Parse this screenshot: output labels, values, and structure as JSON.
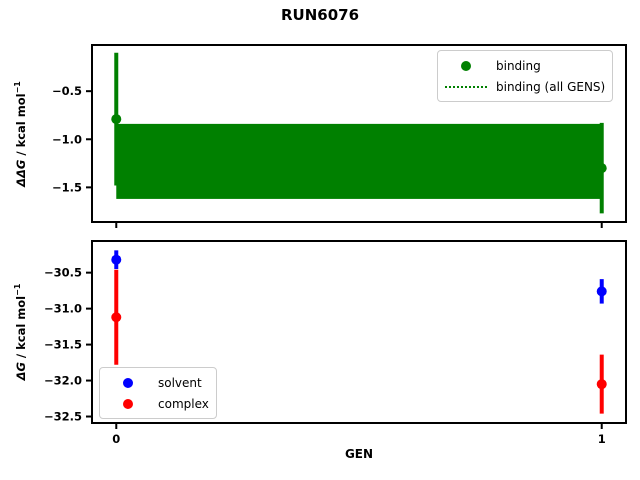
{
  "title": "RUN6076",
  "xlabel": "GEN",
  "colors": {
    "binding": "#008000",
    "solvent": "#0000ff",
    "complex": "#ff0000",
    "axis": "#000000",
    "legend_border": "#cccccc"
  },
  "chart_data": [
    {
      "type": "scatter",
      "name": "ddg-vs-gen",
      "ylabel": {
        "math": "ΔΔG",
        "rest": " / kcal mol",
        "sup": "−1"
      },
      "xlim": [
        -0.05,
        1.05
      ],
      "ylim": [
        -1.86,
        -0.02
      ],
      "xticks": [
        0,
        1
      ],
      "xtick_labels": null,
      "yticks": [
        -0.5,
        -1.0,
        -1.5
      ],
      "ytick_labels": [
        "−0.5",
        "−1.0",
        "−1.5"
      ],
      "grid": false,
      "series": [
        {
          "name": "binding",
          "color": "#008000",
          "x": [
            0,
            1
          ],
          "y": [
            -0.79,
            -1.3
          ],
          "yerr": [
            0.69,
            0.47
          ]
        }
      ],
      "band": {
        "name": "binding (all GENS)",
        "color": "#008000",
        "x": [
          0,
          1
        ],
        "ytop": -0.84,
        "ybottom": -1.62,
        "center": -1.23
      },
      "legend": {
        "position": "upper-right",
        "items": [
          {
            "label": "binding",
            "swatch": "dot",
            "color": "#008000"
          },
          {
            "label": "binding (all GENS)",
            "swatch": "dotted-line",
            "color": "#008000"
          }
        ]
      }
    },
    {
      "type": "scatter",
      "name": "dg-vs-gen",
      "ylabel": {
        "math": "ΔG",
        "rest": " / kcal mol",
        "sup": "−1"
      },
      "xlim": [
        -0.05,
        1.05
      ],
      "ylim": [
        -32.59,
        -30.06
      ],
      "xticks": [
        0,
        1
      ],
      "xtick_labels": [
        "0",
        "1"
      ],
      "yticks": [
        -30.5,
        -31.0,
        -31.5,
        -32.0,
        -32.5
      ],
      "ytick_labels": [
        "−30.5",
        "−31.0",
        "−31.5",
        "−32.0",
        "−32.5"
      ],
      "grid": false,
      "series": [
        {
          "name": "solvent",
          "color": "#0000ff",
          "x": [
            0,
            1
          ],
          "y": [
            -30.32,
            -30.76
          ],
          "yerr": [
            0.13,
            0.17
          ]
        },
        {
          "name": "complex",
          "color": "#ff0000",
          "x": [
            0,
            1
          ],
          "y": [
            -31.12,
            -32.05
          ],
          "yerr": [
            0.66,
            0.41
          ]
        }
      ],
      "legend": {
        "position": "lower-left",
        "items": [
          {
            "label": "solvent",
            "swatch": "dot",
            "color": "#0000ff"
          },
          {
            "label": "complex",
            "swatch": "dot",
            "color": "#ff0000"
          }
        ]
      }
    }
  ]
}
